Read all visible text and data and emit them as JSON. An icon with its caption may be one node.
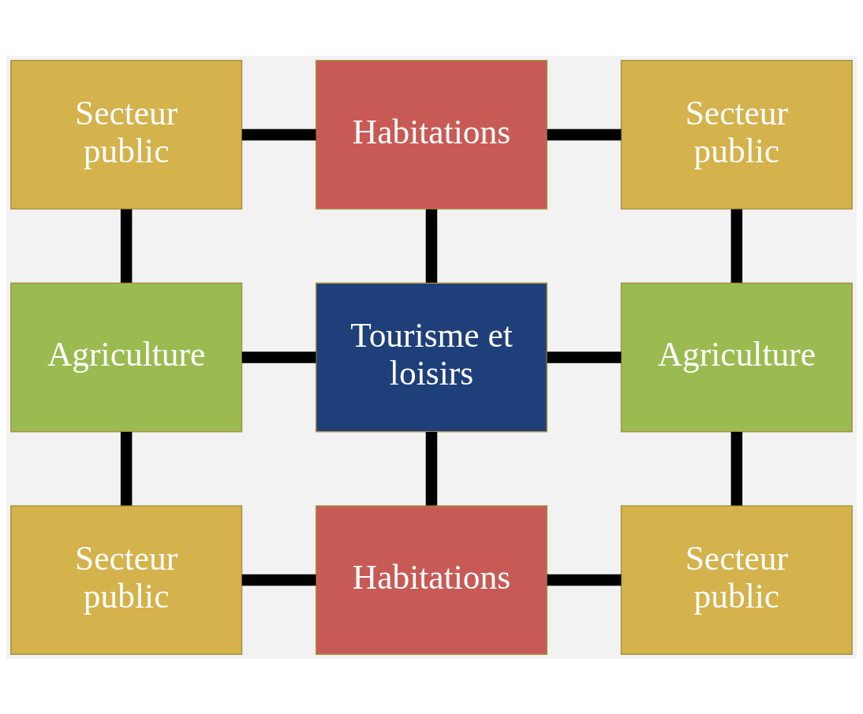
{
  "diagram": {
    "nodes": [
      {
        "text": [
          "Secteur public"
        ]
      },
      {
        "text": [
          "Habitations"
        ]
      },
      {
        "text": [
          "Secteur public"
        ]
      },
      {
        "text": [
          "Agriculture"
        ]
      },
      {
        "text": [
          "Tourisme et loisirs"
        ]
      },
      {
        "text": [
          "Agriculture"
        ]
      },
      {
        "text": [
          "Secteur public"
        ]
      },
      {
        "text": [
          "Habitations"
        ]
      },
      {
        "text": [
          "Secteur public"
        ]
      }
    ],
    "edges": [
      {
        "from": 0,
        "to": 1,
        "arrow": "none"
      },
      {
        "from": 1,
        "to": 2,
        "arrow": "none"
      },
      {
        "from": 0,
        "to": 3,
        "arrow": "none"
      },
      {
        "from": 1,
        "to": 4,
        "arrow": "none"
      },
      {
        "from": 2,
        "to": 5,
        "arrow": "none"
      },
      {
        "from": 3,
        "to": 4,
        "arrow": "none"
      },
      {
        "from": 4,
        "to": 5,
        "arrow": "none"
      },
      {
        "from": 3,
        "to": 6,
        "arrow": "none"
      },
      {
        "from": 4,
        "to": 7,
        "arrow": "none"
      },
      {
        "from": 5,
        "to": 8,
        "arrow": "none"
      },
      {
        "from": 6,
        "to": 7,
        "arrow": "none"
      },
      {
        "from": 7,
        "to": 8,
        "arrow": "none"
      }
    ]
  }
}
